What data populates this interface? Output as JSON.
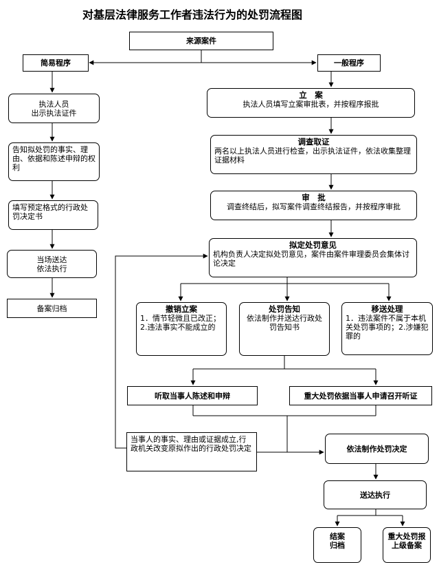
{
  "title": "对基层法律服务工作者违法行为的处罚流程图",
  "nodes": {
    "source": {
      "text": "来源案件"
    },
    "simple": {
      "text": "简易程序"
    },
    "general": {
      "text": "一般程序"
    },
    "s1": {
      "text": "执法人员\n出示执法证件"
    },
    "s2": {
      "text": "告知拟处罚的事实、理由、依据和陈述申辩的权利"
    },
    "s3": {
      "text": "填写预定格式的行政处罚决定书"
    },
    "s4": {
      "text": "当场送达\n依法执行"
    },
    "s5": {
      "text": "备案归档"
    },
    "file": {
      "head": "立　案",
      "body": "执法人员填写立案审批表，并按程序报批"
    },
    "investigate": {
      "head": "调查取证",
      "body": "两名以上执法人员进行检查，出示执法证件，依法收集整理证据材料"
    },
    "approve": {
      "head": "审　批",
      "body": "调查终结后，拟写案件调查终结报告，并按程序审批"
    },
    "draft": {
      "head": "拟定处罚意见",
      "body": "机构负责人决定拟处罚意见，案件由案件审理委员会集体讨论决定"
    },
    "revoke": {
      "head": "撤销立案",
      "body": "1．情节轻微且已改正；2.违法事实不能成立的"
    },
    "notice": {
      "head": "处罚告知",
      "body": "依法制作并送达行政处罚告知书"
    },
    "transfer": {
      "head": "移送处理",
      "body": "1．违法案件不属于本机关处罚事项的；2.涉嫌犯罪的"
    },
    "hear": {
      "text": "听取当事人陈述和申辩"
    },
    "hearing": {
      "text": "重大处罚依据当事人申请召开听证"
    },
    "change": {
      "text": "当事人的事实、理由或证据成立,行政机关改变原拟作出的行政处罚决定"
    },
    "decide": {
      "text": "依法制作处罚决定"
    },
    "deliver": {
      "text": "送达执行"
    },
    "close": {
      "text": "结案\n归档"
    },
    "report": {
      "text": "重大处罚报上级备案"
    }
  }
}
